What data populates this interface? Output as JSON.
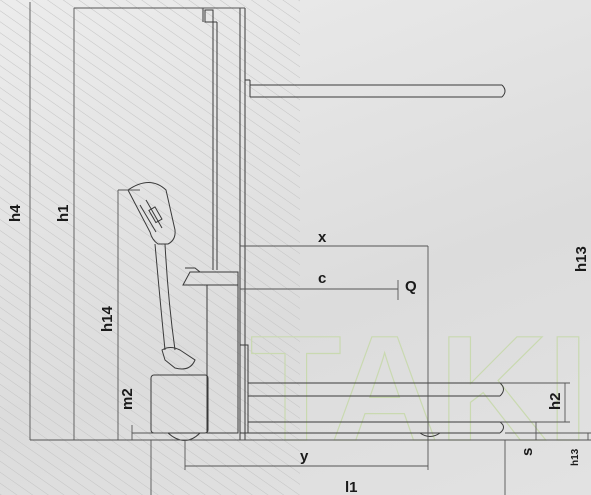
{
  "watermark": "TAKI",
  "dimensions": {
    "h4": "h4",
    "h1": "h1",
    "h14": "h14",
    "m2": "m2",
    "x": "x",
    "c": "c",
    "Q": "Q",
    "h13_right": "h13",
    "h2": "h2",
    "s": "s",
    "h13_small": "h13",
    "y": "y",
    "l1": "l1"
  }
}
